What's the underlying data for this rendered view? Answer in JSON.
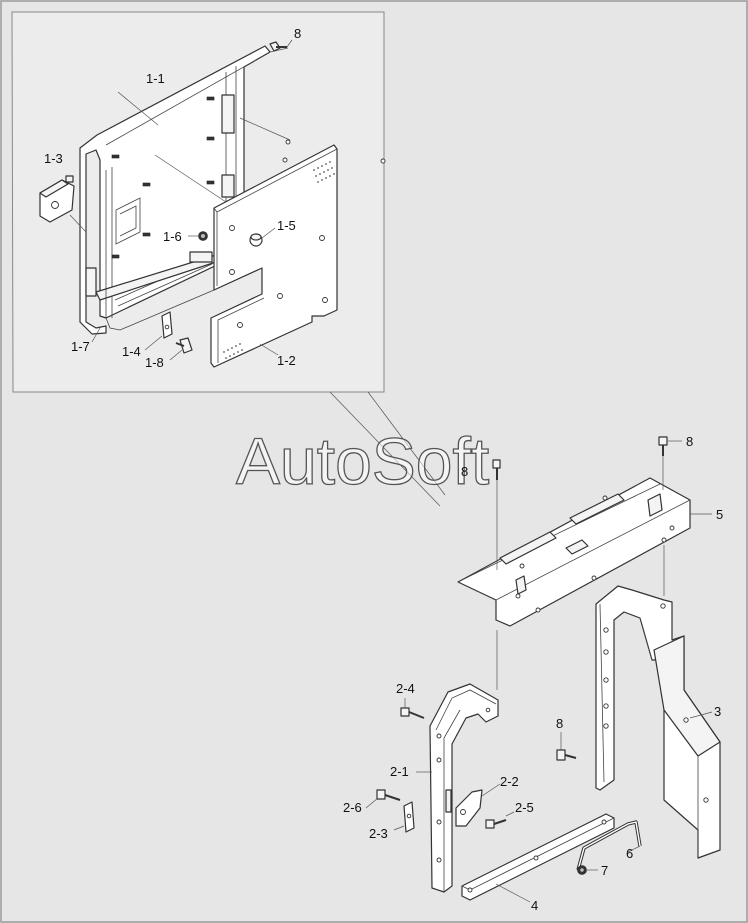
{
  "watermark": "AutoSoft",
  "labels": {
    "l_8_top": "8",
    "l_1_1": "1-1",
    "l_1_3": "1-3",
    "l_1_6": "1-6",
    "l_1_5": "1-5",
    "l_1_7": "1-7",
    "l_1_4": "1-4",
    "l_1_8": "1-8",
    "l_1_2": "1-2",
    "l_8_wm": "8",
    "l_8_right": "8",
    "l_5": "5",
    "l_3": "3",
    "l_2_4": "2-4",
    "l_8_mid": "8",
    "l_2_1": "2-1",
    "l_2_2": "2-2",
    "l_2_6": "2-6",
    "l_2_5": "2-5",
    "l_2_3": "2-3",
    "l_6": "6",
    "l_7": "7",
    "l_4": "4"
  },
  "colors": {
    "background": "#e6e6e6",
    "line": "#333333",
    "part": "#ffffff"
  }
}
